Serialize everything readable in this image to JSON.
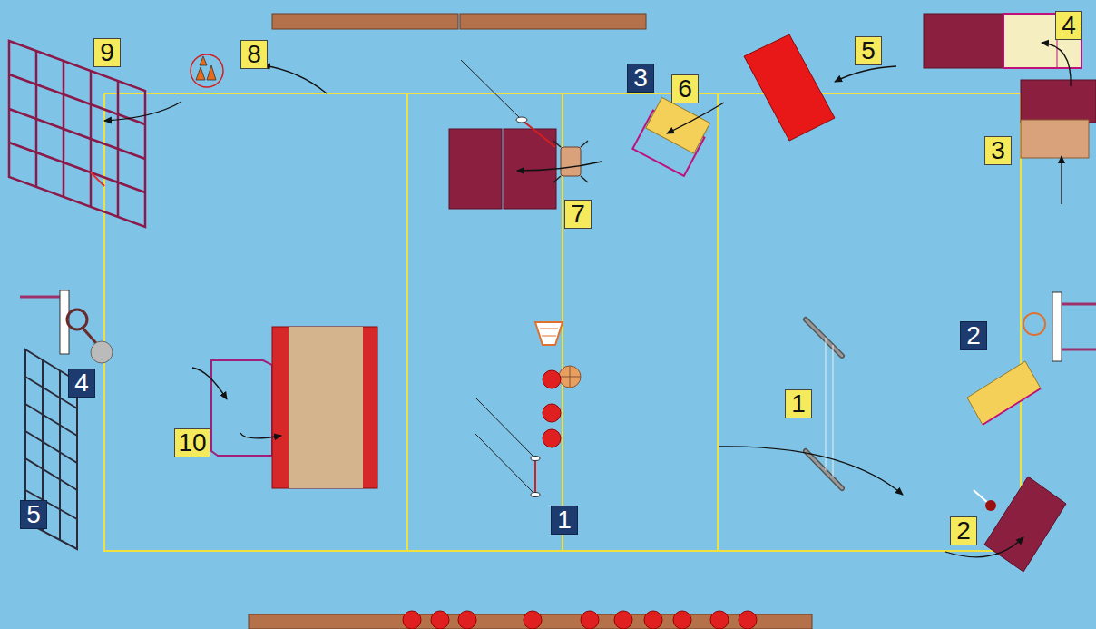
{
  "diagram": {
    "labels": [
      "9",
      "8",
      "3",
      "6",
      "5",
      "4",
      "3",
      "7",
      "2",
      "1",
      "4",
      "10",
      "1",
      "5",
      "2"
    ]
  }
}
